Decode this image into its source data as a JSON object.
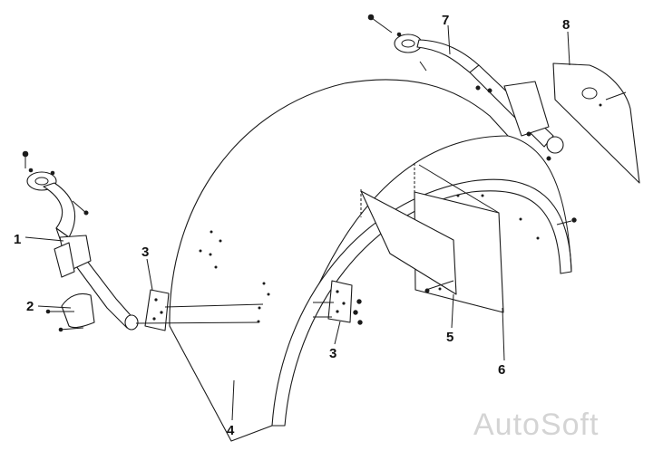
{
  "callouts": {
    "c1": "1",
    "c2": "2",
    "c3a": "3",
    "c3b": "3",
    "c4": "4",
    "c5": "5",
    "c6": "6",
    "c7": "7",
    "c8": "8"
  },
  "watermark": "AutoSoft"
}
